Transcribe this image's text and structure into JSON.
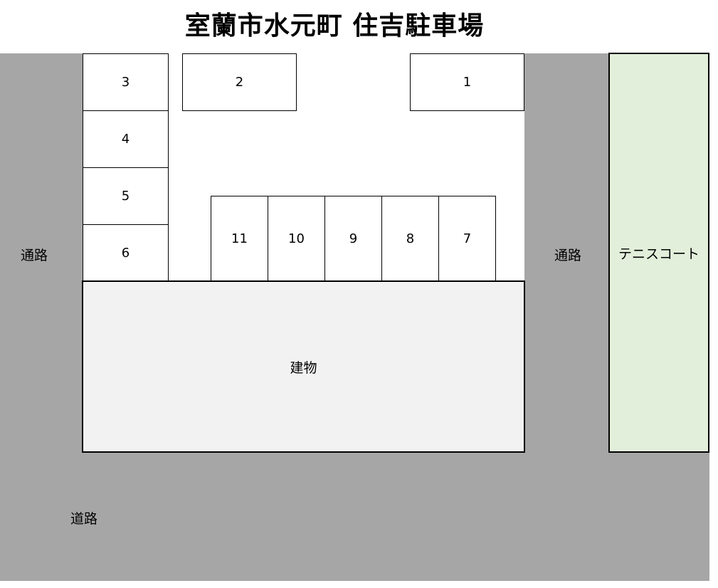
{
  "title": "室蘭市水元町 住吉駐車場",
  "colors": {
    "road": "#a6a6a6",
    "lot": "#ffffff",
    "building": "#f2f2f2",
    "tennis_court": "#e2efda",
    "border": "#000000"
  },
  "parking_spaces": [
    {
      "number": "1"
    },
    {
      "number": "2"
    },
    {
      "number": "3"
    },
    {
      "number": "4"
    },
    {
      "number": "5"
    },
    {
      "number": "6"
    },
    {
      "number": "7"
    },
    {
      "number": "8"
    },
    {
      "number": "9"
    },
    {
      "number": "10"
    },
    {
      "number": "11"
    }
  ],
  "labels": {
    "passage_left": "通路",
    "passage_right": "通路",
    "tennis_court": "テニスコート",
    "building": "建物",
    "road": "道路"
  }
}
